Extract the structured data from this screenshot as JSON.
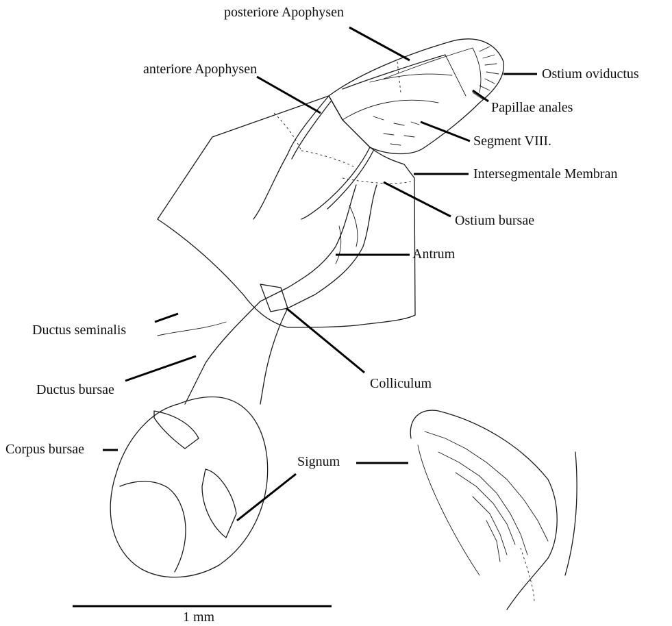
{
  "labels": {
    "posteriore_apophysen": "posteriore Apophysen",
    "anteriore_apophysen": "anteriore Apophysen",
    "ostium_oviductus": "Ostium oviductus",
    "papillae_anales": "Papillae anales",
    "segment_viii": "Segment VIII.",
    "intersegmentale_membran": "Intersegmentale Membran",
    "ostium_bursae": "Ostium bursae",
    "antrum": "Antrum",
    "ductus_seminalis": "Ductus seminalis",
    "colliculum": "Colliculum",
    "ductus_bursae": "Ductus bursae",
    "corpus_bursae": "Corpus bursae",
    "signum": "Signum"
  },
  "scale_bar": {
    "label": "1 mm"
  },
  "colors": {
    "ink": "#1a1a1a",
    "background": "#ffffff"
  }
}
